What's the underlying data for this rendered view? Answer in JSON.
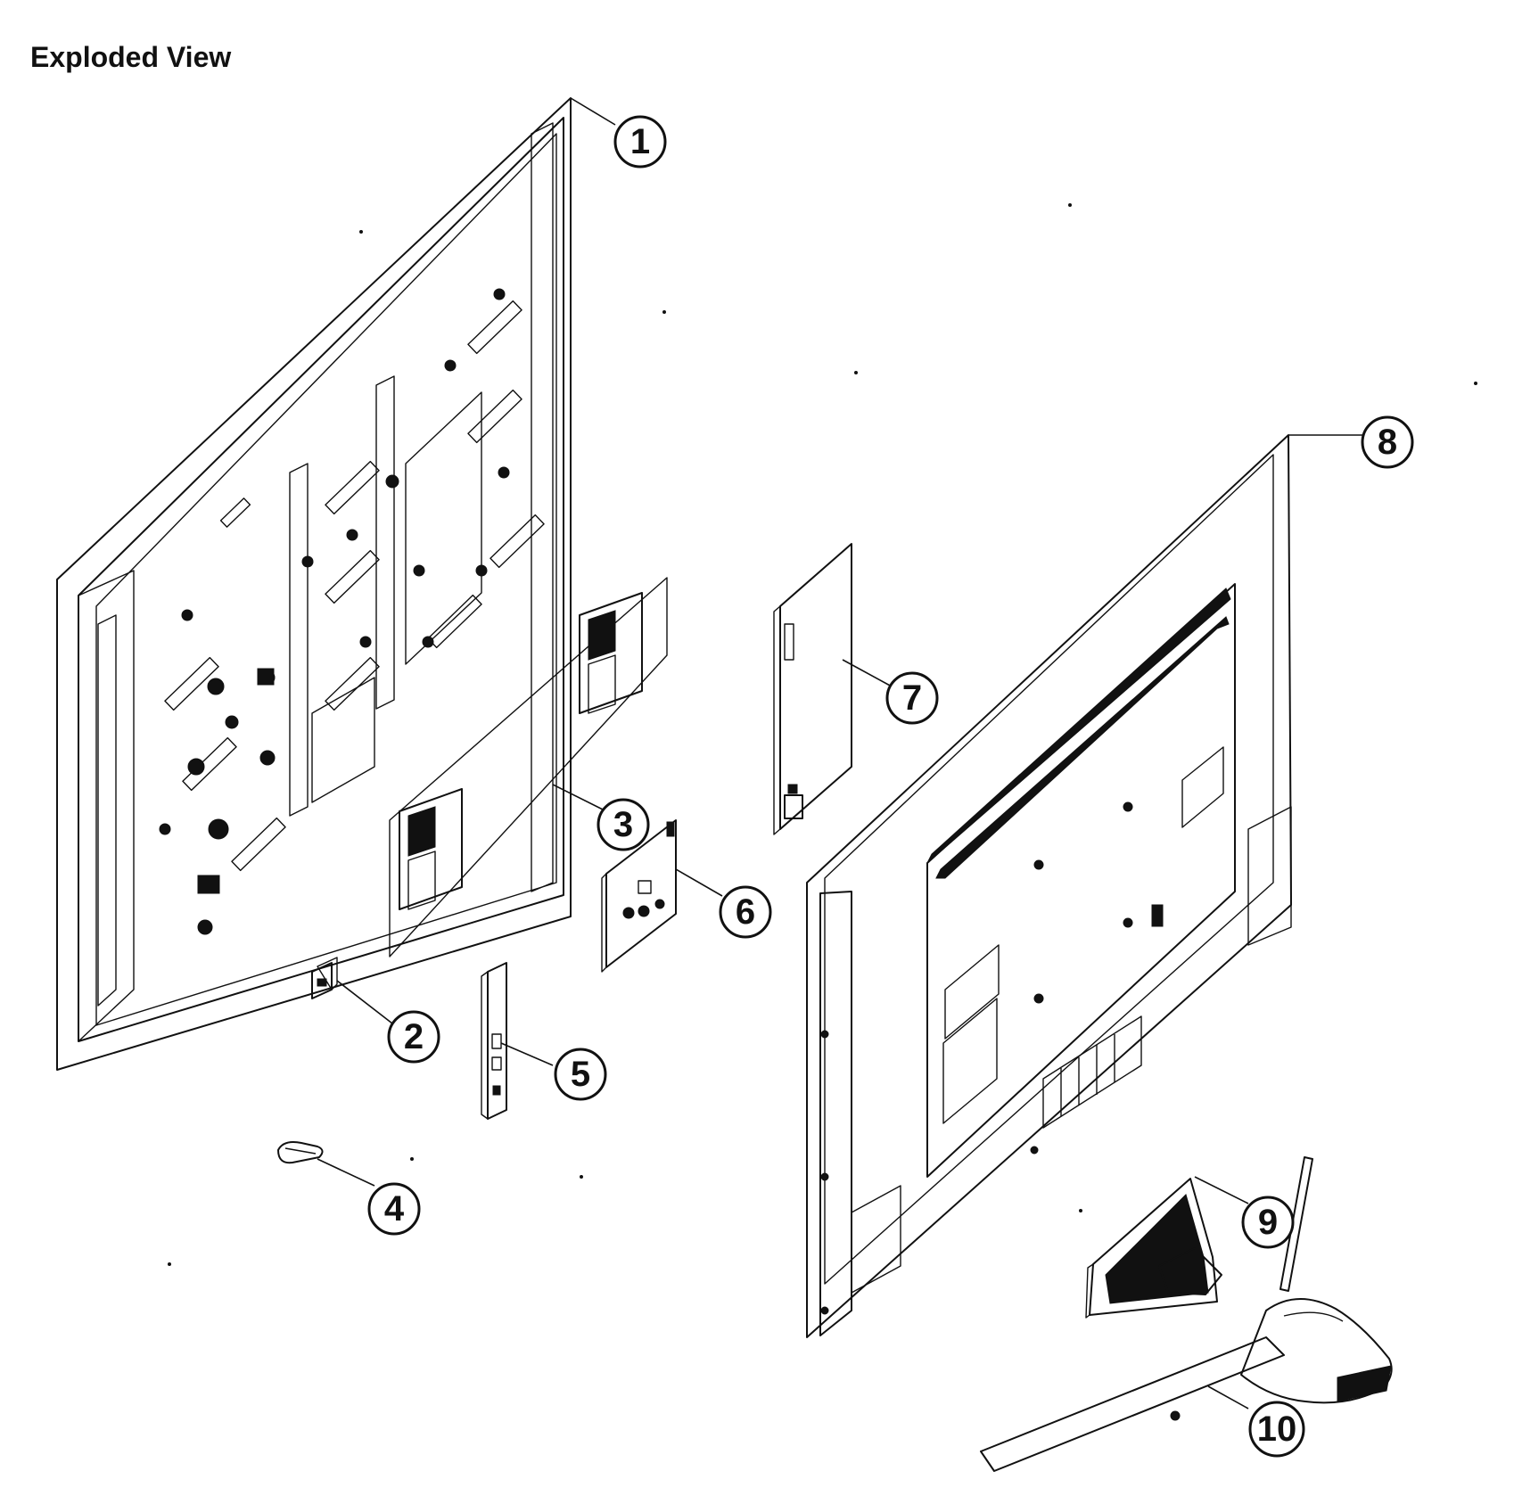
{
  "title": "Exploded View",
  "callouts": [
    {
      "label": "1",
      "part": "front-bezel-panel"
    },
    {
      "label": "2",
      "part": "small-bracket"
    },
    {
      "label": "3",
      "part": "speaker-pair"
    },
    {
      "label": "4",
      "part": "clip"
    },
    {
      "label": "5",
      "part": "side-key-board"
    },
    {
      "label": "6",
      "part": "main-board"
    },
    {
      "label": "7",
      "part": "power-board"
    },
    {
      "label": "8",
      "part": "rear-cover"
    },
    {
      "label": "9",
      "part": "stand-neck"
    },
    {
      "label": "10",
      "part": "stand-base"
    }
  ]
}
